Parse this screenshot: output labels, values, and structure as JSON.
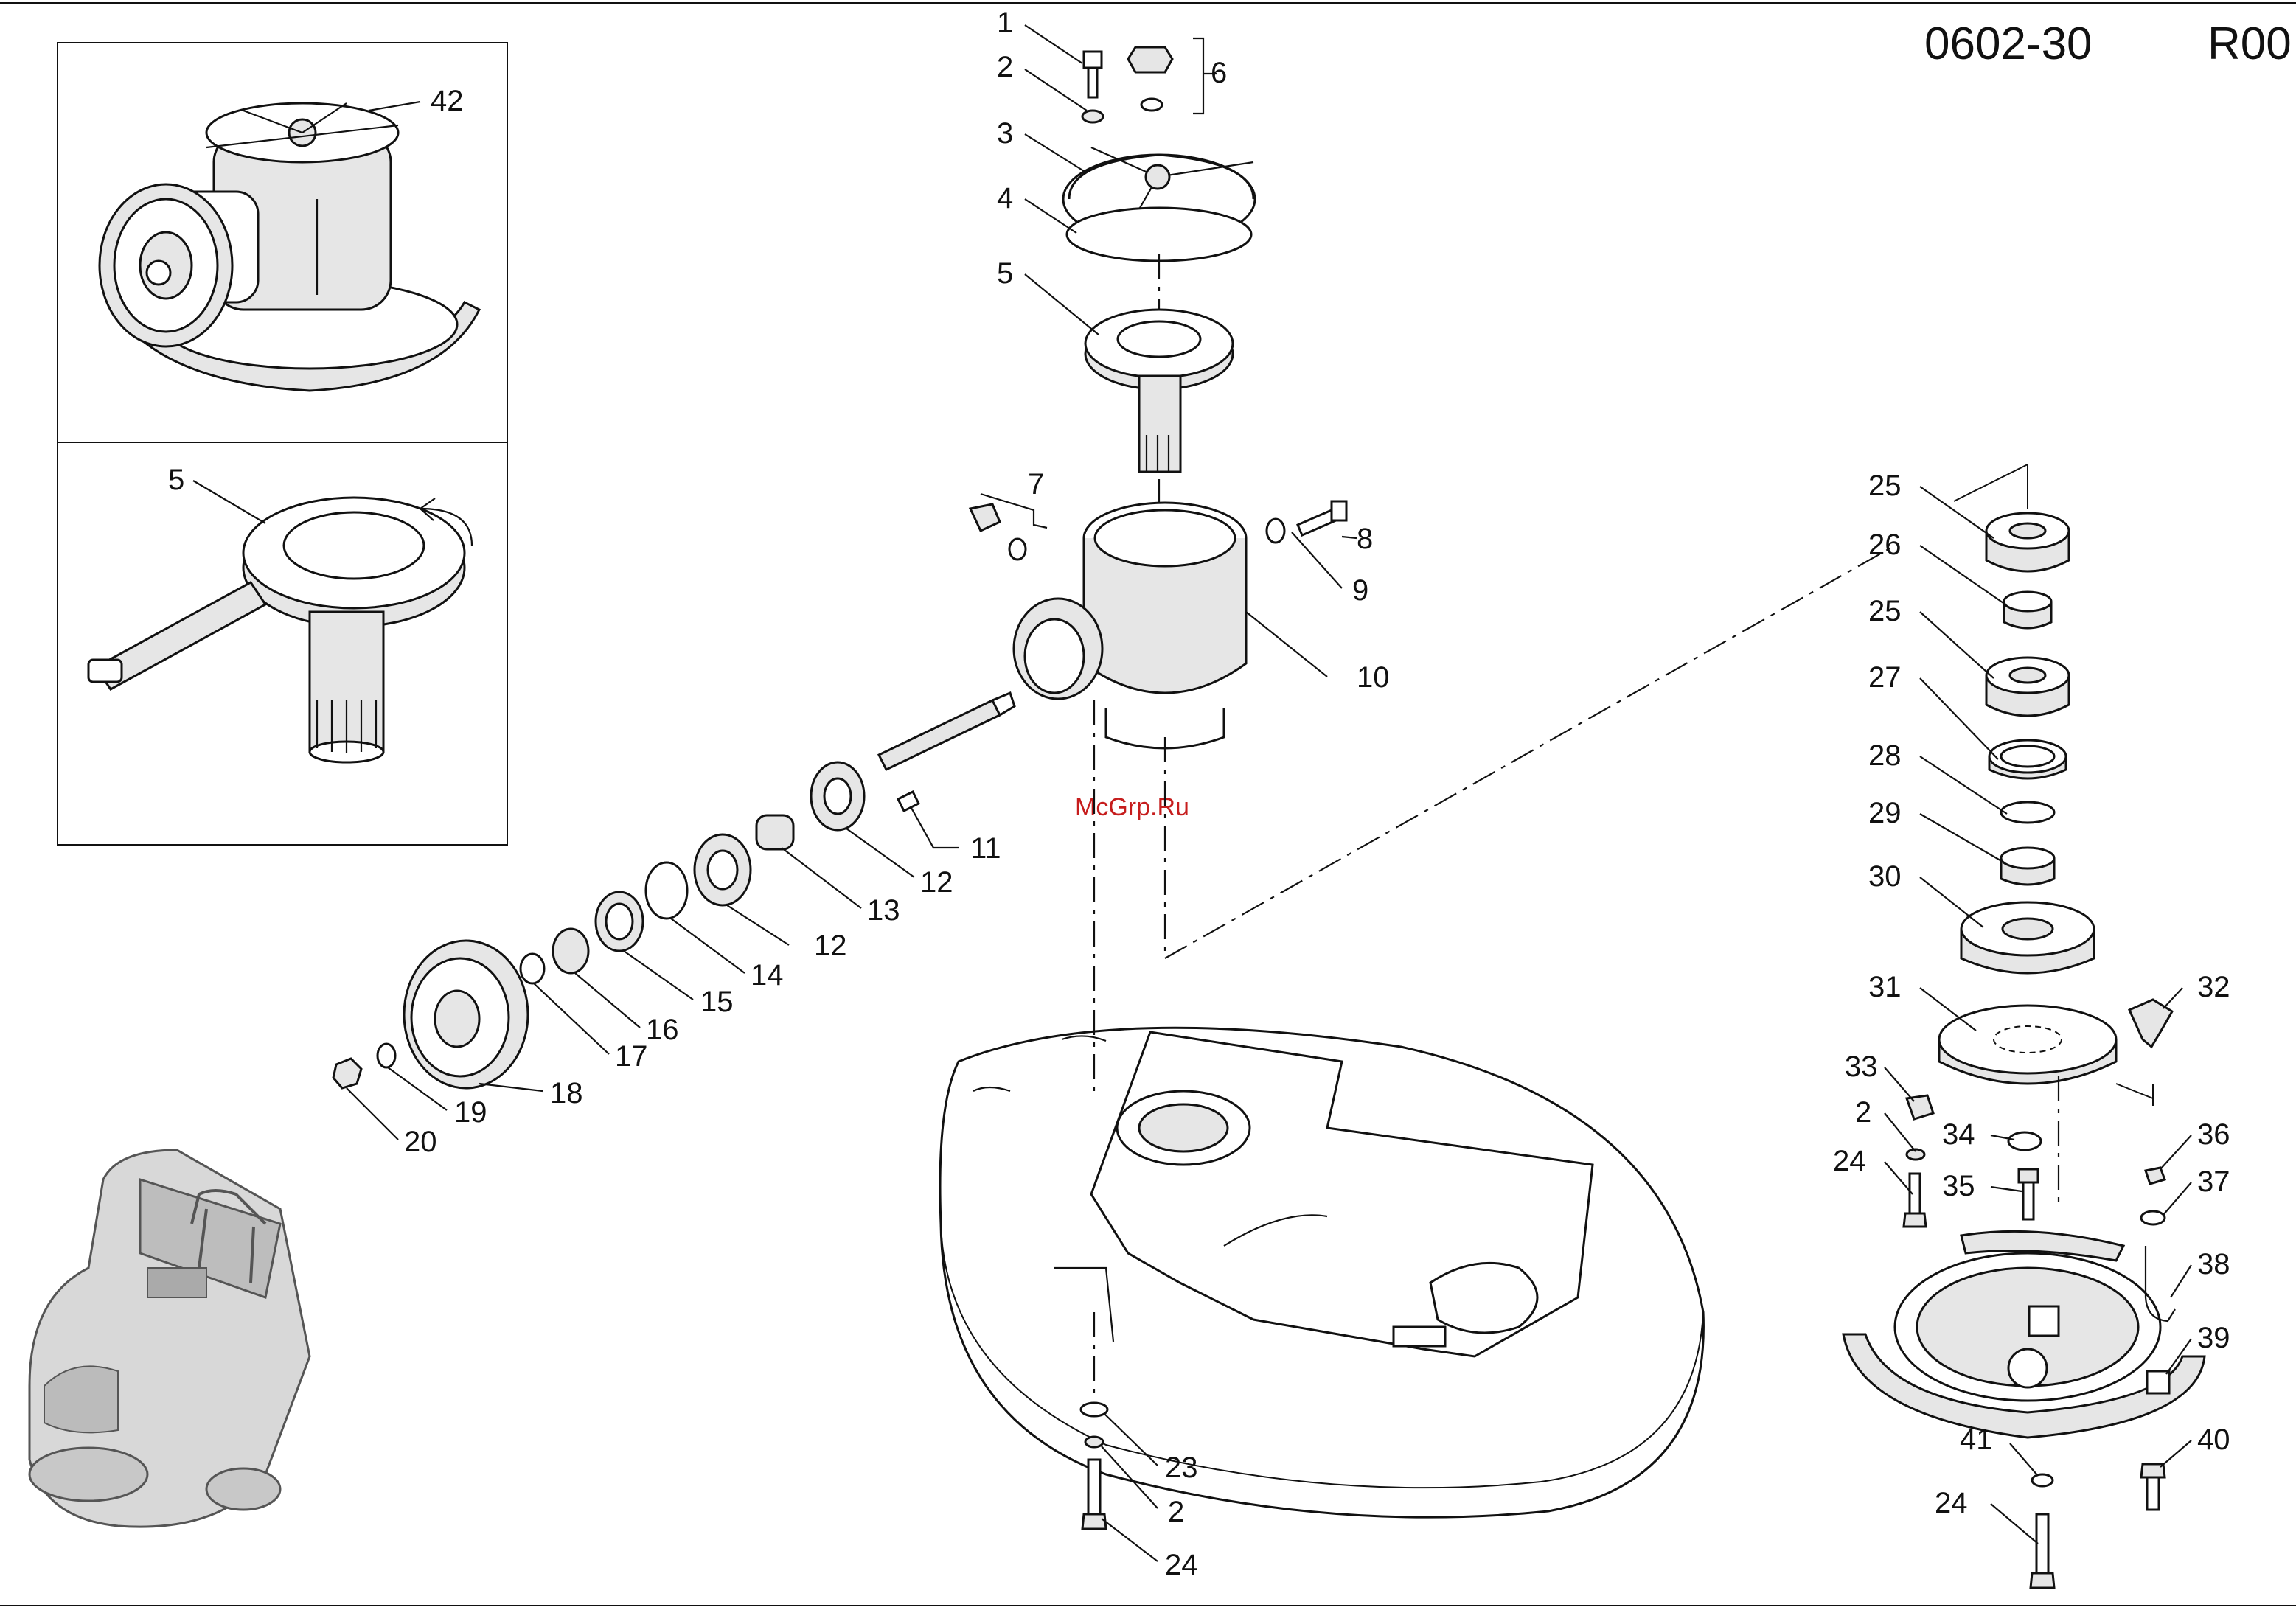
{
  "header": {
    "code": "0602-30",
    "revision": "R00"
  },
  "watermark": "McGrp.Ru",
  "callouts": [
    {
      "id": "c1",
      "text": "1"
    },
    {
      "id": "c2a",
      "text": "2"
    },
    {
      "id": "c3",
      "text": "3"
    },
    {
      "id": "c4",
      "text": "4"
    },
    {
      "id": "c5",
      "text": "5"
    },
    {
      "id": "c6",
      "text": "6"
    },
    {
      "id": "c7",
      "text": "7"
    },
    {
      "id": "c8",
      "text": "8"
    },
    {
      "id": "c9",
      "text": "9"
    },
    {
      "id": "c10",
      "text": "10"
    },
    {
      "id": "c11",
      "text": "11"
    },
    {
      "id": "c12a",
      "text": "12"
    },
    {
      "id": "c12b",
      "text": "12"
    },
    {
      "id": "c13",
      "text": "13"
    },
    {
      "id": "c14",
      "text": "14"
    },
    {
      "id": "c15",
      "text": "15"
    },
    {
      "id": "c16",
      "text": "16"
    },
    {
      "id": "c17",
      "text": "17"
    },
    {
      "id": "c18",
      "text": "18"
    },
    {
      "id": "c19",
      "text": "19"
    },
    {
      "id": "c20",
      "text": "20"
    },
    {
      "id": "c23",
      "text": "23"
    },
    {
      "id": "c2b",
      "text": "2"
    },
    {
      "id": "c24a",
      "text": "24"
    },
    {
      "id": "c25a",
      "text": "25"
    },
    {
      "id": "c26",
      "text": "26"
    },
    {
      "id": "c25b",
      "text": "25"
    },
    {
      "id": "c27",
      "text": "27"
    },
    {
      "id": "c28",
      "text": "28"
    },
    {
      "id": "c29",
      "text": "29"
    },
    {
      "id": "c30",
      "text": "30"
    },
    {
      "id": "c31",
      "text": "31"
    },
    {
      "id": "c32",
      "text": "32"
    },
    {
      "id": "c33",
      "text": "33"
    },
    {
      "id": "c2c",
      "text": "2"
    },
    {
      "id": "c34",
      "text": "34"
    },
    {
      "id": "c24b",
      "text": "24"
    },
    {
      "id": "c35",
      "text": "35"
    },
    {
      "id": "c36",
      "text": "36"
    },
    {
      "id": "c37",
      "text": "37"
    },
    {
      "id": "c38",
      "text": "38"
    },
    {
      "id": "c39",
      "text": "39"
    },
    {
      "id": "c41",
      "text": "41"
    },
    {
      "id": "c40",
      "text": "40"
    },
    {
      "id": "c24c",
      "text": "24"
    },
    {
      "id": "c42",
      "text": "42"
    },
    {
      "id": "c5b",
      "text": "5"
    }
  ]
}
